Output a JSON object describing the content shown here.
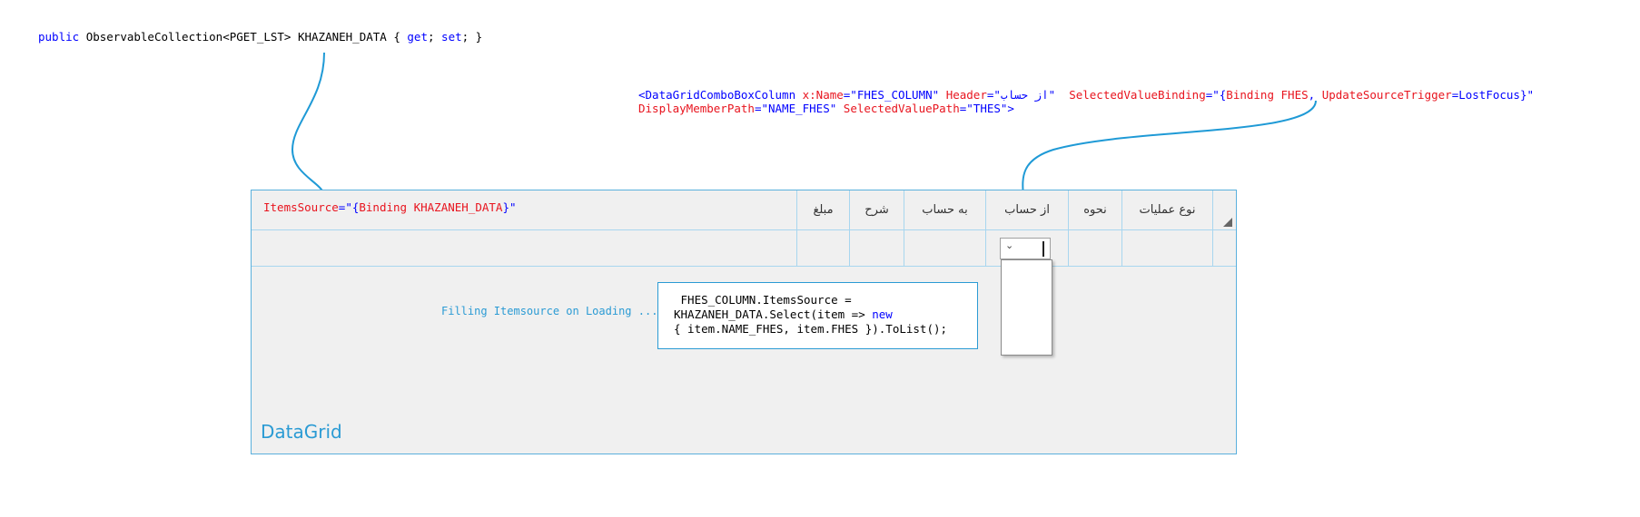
{
  "top_code": {
    "kw_public": "public",
    "type_text": "ObservableCollection<PGET_LST> KHAZANEH_DATA { ",
    "kw_get": "get",
    "sep": "; ",
    "kw_set": "set",
    "end": "; }"
  },
  "xaml_code": {
    "line1": {
      "tag_open": "<DataGridComboBoxColumn",
      "attr_xname": "x:Name",
      "eq1": "=\"",
      "val_xname": "FHES_COLUMN",
      "q1": "\"",
      "attr_header": "Header",
      "eq2": "=\"",
      "val_header": "از حساب",
      "q2": "\"",
      "attr_svb": "SelectedValueBinding",
      "eq3": "=\"{",
      "binding_kw": "Binding",
      "binding_path": "FHES",
      "comma": ",",
      "attr_ust": "UpdateSourceTrigger",
      "eq4": "=",
      "val_ust": "LostFocus",
      "end1": "}\""
    },
    "line2": {
      "attr_dmp": "DisplayMemberPath",
      "eq5": "=\"",
      "val_dmp": "NAME_FHES",
      "q5": "\"",
      "attr_svp": "SelectedValuePath",
      "eq6": "=\"",
      "val_svp": "THES",
      "end2": "\">"
    }
  },
  "grid": {
    "items_source": {
      "attr": "ItemsSource",
      "eq": "=\"{",
      "binding_kw": "Binding",
      "path": "KHAZANEH_DATA",
      "end": "}\""
    },
    "columns": [
      "نوع عملیات",
      "نحوه",
      "از حساب",
      "به حساب",
      "شرح",
      "مبلغ"
    ],
    "combo_arrow": "⌄",
    "filling_label": "Filling Itemsource on Loading ...",
    "fill_code": {
      "line1": " FHES_COLUMN.ItemsSource =",
      "line2": "KHAZANEH_DATA.Select(item => ",
      "kw_new": "new",
      "line3": "{ item.NAME_FHES, item.FHES }).ToList();"
    },
    "label": "DataGrid"
  },
  "colors": {
    "accent": "#2b9bd4",
    "keyword": "#0000ff",
    "attribute": "#e8141e",
    "grid_bg": "#f0f0f0"
  }
}
